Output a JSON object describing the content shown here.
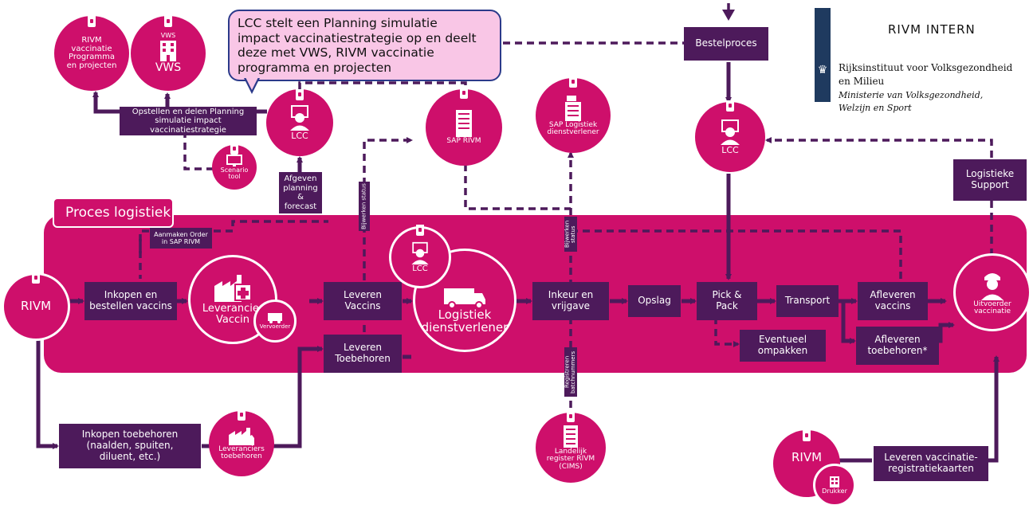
{
  "header": {
    "classification": "RIVM INTERN",
    "org_line1": "Rijksinstituut voor Volksgezondheid",
    "org_line2": "en Milieu",
    "ministry_line1": "Ministerie van Volksgezondheid,",
    "ministry_line2": "Welzijn en Sport"
  },
  "callout": {
    "text": "LCC stelt een Planning simulatie\nimpact vaccinatiestrategie op en deelt\ndeze met VWS, RIVM vaccinatie\nprogramma en projecten"
  },
  "section": {
    "label": "Proces logistiek"
  },
  "boxes": {
    "opstellen": "Opstellen en delen Planning\nsimulatie impact\nvaccinatiestrategie",
    "afgeven": "Afgeven\nplanning\n& forecast",
    "aanmaken": "Aanmaken Order\nin SAP RIVM",
    "bestelproces": "Bestelproces",
    "logistieke_support": "Logistieke\nSupport",
    "inkopen_vaccins": "Inkopen en\nbestellen vaccins",
    "leveren_vaccins": "Leveren\nVaccins",
    "leveren_toebehoren": "Leveren\nToebehoren",
    "inkeur": "Inkeur en\nvrijgave",
    "opslag": "Opslag",
    "pick_pack": "Pick &\nPack",
    "transport": "Transport",
    "afleveren_vaccins": "Afleveren\nvaccins",
    "afleveren_toebehoren": "Afleveren\ntoebehoren*",
    "eventueel": "Eventueel\nompakken",
    "inkopen_toebehoren": "Inkopen toebehoren\n(naalden, spuiten,\ndiluent, etc.)",
    "leveren_kaarten": "Leveren vaccinatie-\nregistratiekaarten",
    "bijwerken1": "Bijwerken status",
    "bijwerken2": "Bijwerken\nstatus",
    "registreren": "Registreren\nbatchnummers"
  },
  "circles": {
    "rivm_programma": "RIVM\nvaccinatie\nProgramma\nen projecten",
    "vws": "VWS",
    "vws_small": "VWS",
    "lcc_top": "LCC",
    "scenario": "Scenario\ntool",
    "sap_rivm": "SAP RIVM",
    "sap_logistiek": "SAP Logistiek\ndienstverlener",
    "lcc_right": "LCC",
    "rivm_left": "RIVM",
    "leverancier": "Leverancier\nVaccin",
    "vervoerder": "Vervoerder",
    "lcc_mid": "LCC",
    "logistiek": "Logistiek\ndienstverlener",
    "uitvoerder": "Uitvoerder\nvaccinatie",
    "leveranciers_toebehoren": "Leveranciers\ntoebehoren",
    "landelijk": "Landelijk\nregister RIVM\n(CIMS)",
    "rivm_bottom": "RIVM",
    "drukker": "Drukker"
  },
  "colors": {
    "magenta": "#ce0f6b",
    "purple": "#4d1a5b",
    "callout_fill": "#f9c6e6",
    "callout_border": "#2b3a8a",
    "logo_blue": "#1f3a5f"
  }
}
